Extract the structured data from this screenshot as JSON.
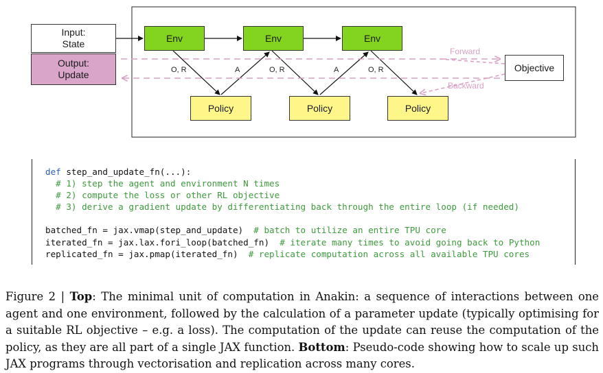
{
  "diagram": {
    "input_line1": "Input:",
    "input_line2": "State",
    "output_line1": "Output:",
    "output_line2": "Update",
    "env_label": "Env",
    "policy_label": "Policy",
    "objective_label": "Objective",
    "obs_reward_label": "O, R",
    "action_label": "A",
    "forward_label": "Forward",
    "backward_label": "Backward",
    "env_color": "#82d41e",
    "policy_color": "#fff68a",
    "output_color": "#d9a6c9",
    "flow_color": "#d9a0c4"
  },
  "code": {
    "line1_kw": "def",
    "line1_rest": " step_and_update_fn(...):",
    "comment1": "  # 1) step the agent and environment N times",
    "comment2": "  # 2) compute the loss or other RL objective",
    "comment3": "  # 3) derive a gradient update by differentiating back through the entire loop (if needed)",
    "line5_code": "batched_fn = jax.vmap(step_and_update)  ",
    "line5_comment": "# batch to utilize an entire TPU core",
    "line6_code": "iterated_fn = jax.lax.fori_loop(batched_fn)  ",
    "line6_comment": "# iterate many times to avoid going back to Python",
    "line7_code": "replicated_fn = jax.pmap(iterated_fn)  ",
    "line7_comment": "# replicate computation across all available TPU cores"
  },
  "caption": {
    "prefix": "Figure 2 | ",
    "top_label": "Top",
    "top_text": ": The minimal unit of computation in Anakin: a sequence of interactions between one agent and one environment, followed by the calculation of a parameter update (typically optimising for a suitable RL objective – e.g. a loss). The computation of the update can reuse the computation of the policy, as they are all part of a single JAX function. ",
    "bottom_label": "Bottom",
    "bottom_text": ": Pseudo-code showing how to scale up such JAX programs through vectorisation and replication across many cores."
  }
}
